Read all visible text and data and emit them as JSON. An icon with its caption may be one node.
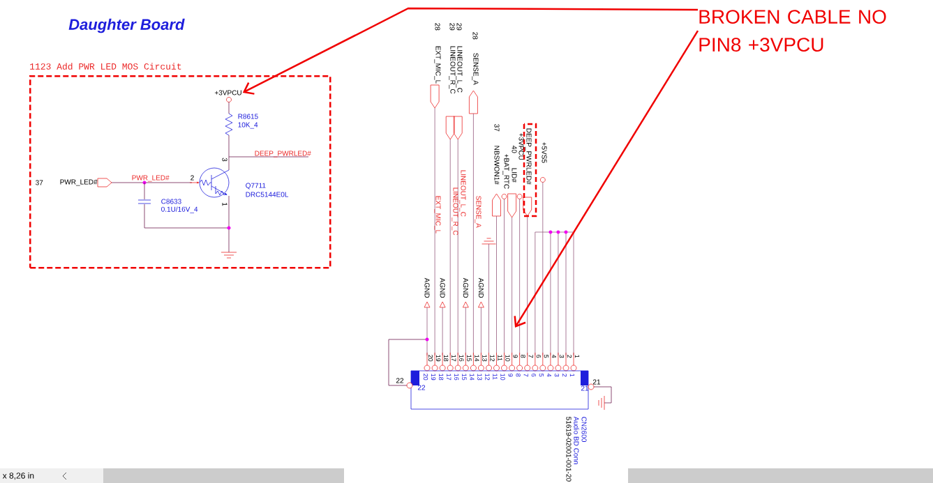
{
  "diagram": {
    "title": "Daughter Board",
    "nodes": [
      {
        "text": [
          "1123 Add PWR LED MOS Circuit"
        ]
      },
      {
        "text": [
          "+3VPCU"
        ],
        "in": 0
      },
      {
        "text": [
          "BROKEN CABLE NO PIN8 +3VPCU"
        ]
      }
    ],
    "edges": [
      {
        "from": 2,
        "to": 1,
        "arrow": "to"
      },
      {
        "from": 2,
        "to": null,
        "arrow": "to"
      }
    ],
    "labels": [
      "37",
      "PWR_LED#",
      "PWR_LED#",
      "2",
      "3",
      "1",
      "R8615",
      "10K_4",
      "DEEP_PWRLED#",
      "Q7711",
      "DRC5144E0L",
      "C8633",
      "0.1U/16V_4",
      "28",
      "EXT_MIC_L",
      "29",
      "LINEOUT_R_C",
      "29",
      "LINEOUT_L_C",
      "28",
      "SENSE_A",
      "37",
      "NBSWON1#",
      "+BAT_RTC",
      "40",
      "LID#",
      "+3VPCU",
      "DEEP_PWRLED#",
      "+5VS5",
      "EXT_MIC_L",
      "LINEOUT_R_C",
      "LINEOUT_L_C",
      "SENSE_A",
      "AGND",
      "AGND",
      "AGND",
      "AGND",
      "20",
      "19",
      "18",
      "17",
      "16",
      "15",
      "14",
      "13",
      "12",
      "11",
      "10",
      "9",
      "8",
      "7",
      "6",
      "5",
      "4",
      "3",
      "2",
      "1",
      "20",
      "19",
      "18",
      "17",
      "16",
      "15",
      "14",
      "13",
      "12",
      "11",
      "10",
      "9",
      "8",
      "7",
      "6",
      "5",
      "4",
      "3",
      "2",
      "1",
      "22",
      "22",
      "21",
      "21",
      "CN2600",
      "Audio BD Conn",
      "51619-02001-001-20",
      "x 8,26 in"
    ]
  }
}
